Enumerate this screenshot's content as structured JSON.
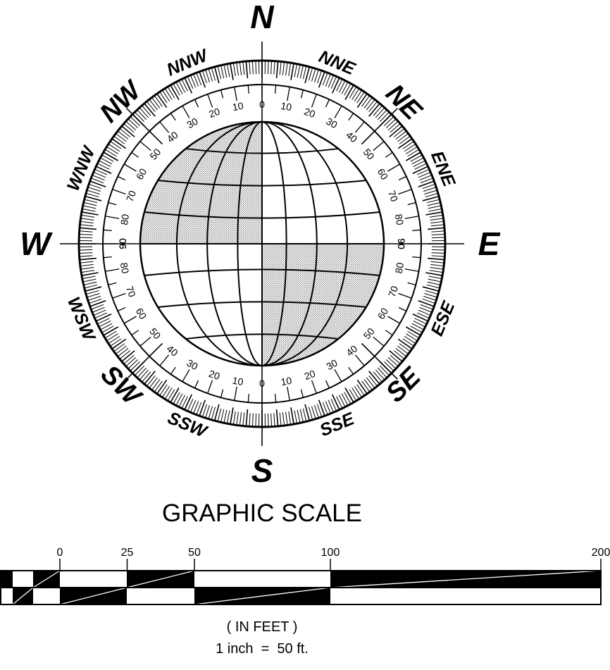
{
  "compass": {
    "cardinals": [
      {
        "label": "N",
        "bearing": 0
      },
      {
        "label": "E",
        "bearing": 90
      },
      {
        "label": "S",
        "bearing": 180
      },
      {
        "label": "W",
        "bearing": 270
      }
    ],
    "intercardinals": [
      {
        "label": "NNE",
        "bearing": 22.5
      },
      {
        "label": "NE",
        "bearing": 45
      },
      {
        "label": "ENE",
        "bearing": 67.5
      },
      {
        "label": "ESE",
        "bearing": 112.5
      },
      {
        "label": "SE",
        "bearing": 135
      },
      {
        "label": "SSE",
        "bearing": 157.5
      },
      {
        "label": "SSW",
        "bearing": 202.5
      },
      {
        "label": "SW",
        "bearing": 225
      },
      {
        "label": "WSW",
        "bearing": 247.5
      },
      {
        "label": "WNW",
        "bearing": 292.5
      },
      {
        "label": "NW",
        "bearing": 315
      },
      {
        "label": "NNW",
        "bearing": 337.5
      }
    ],
    "degree_labels": [
      "0",
      "10",
      "20",
      "30",
      "40",
      "50",
      "60",
      "70",
      "80",
      "90"
    ],
    "colors": {
      "ink": "#000000",
      "shade": "#c8c8c8",
      "paper": "#ffffff"
    }
  },
  "graphic_scale": {
    "title": "GRAPHIC SCALE",
    "tick_labels": [
      "0",
      "25",
      "50",
      "100",
      "200"
    ],
    "tick_values": [
      0,
      25,
      50,
      100,
      200
    ],
    "units": "( IN FEET )",
    "ratio": "1 inch  =  50 ft."
  }
}
